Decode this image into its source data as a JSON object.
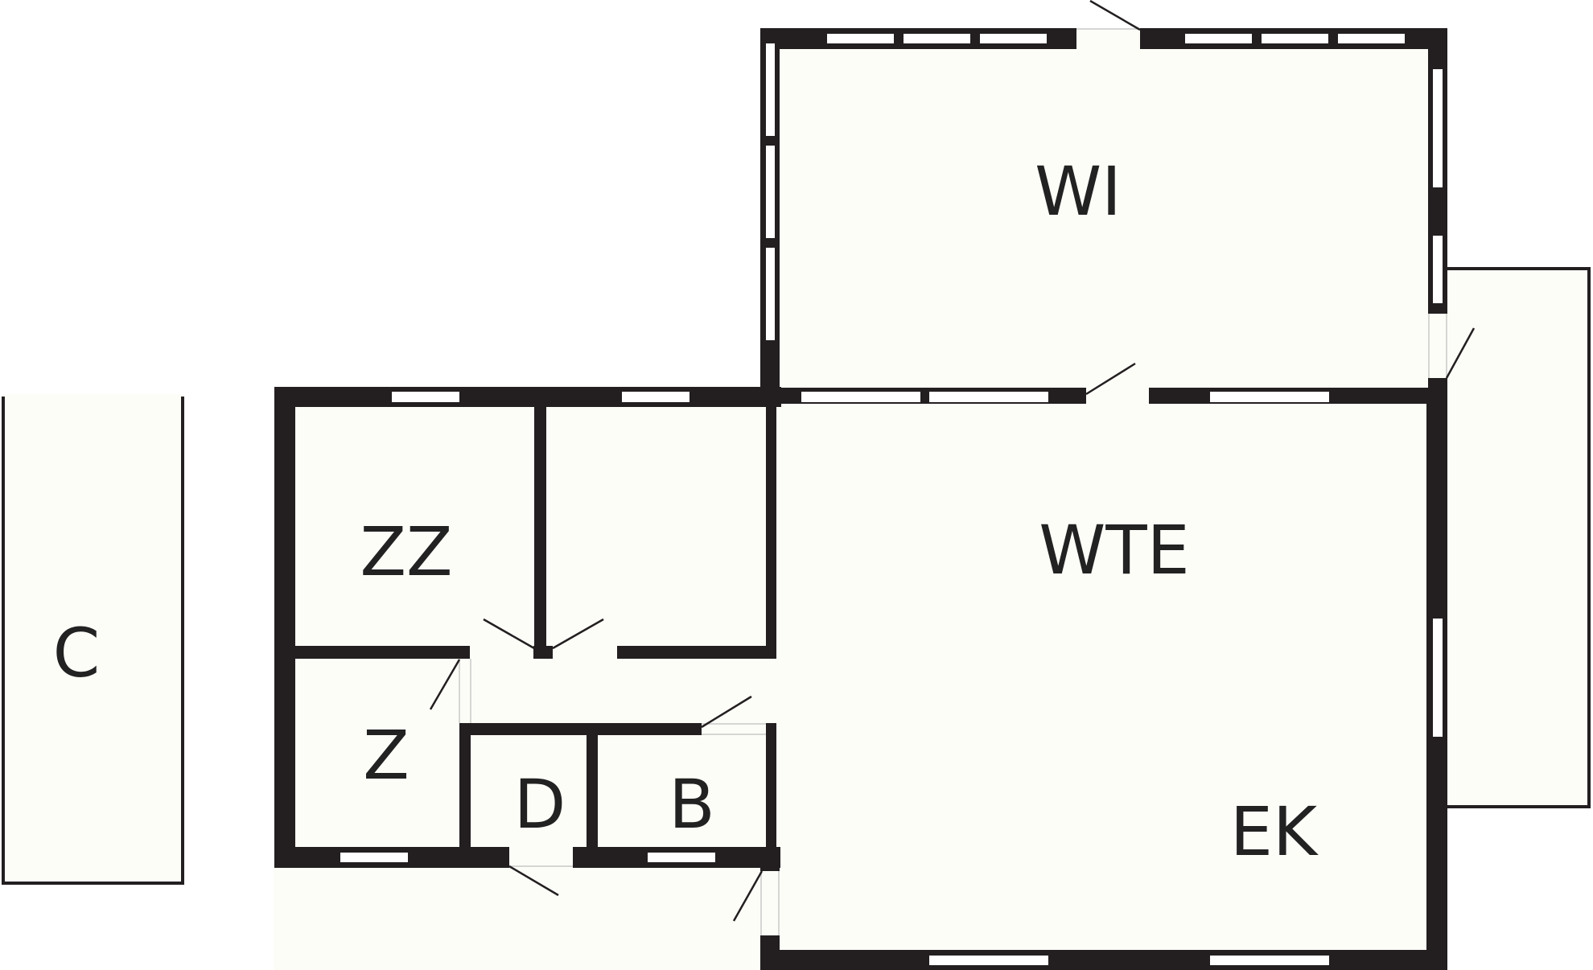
{
  "rooms": {
    "wi": "WI",
    "wte": "WTE",
    "zz": "ZZ",
    "z": "Z",
    "d": "D",
    "b": "B",
    "ek": "EK",
    "c": "C"
  },
  "colors": {
    "floor": "#fdfdf8",
    "wall": "#231f20",
    "window": "#ffffff",
    "background": "#ffffff"
  }
}
